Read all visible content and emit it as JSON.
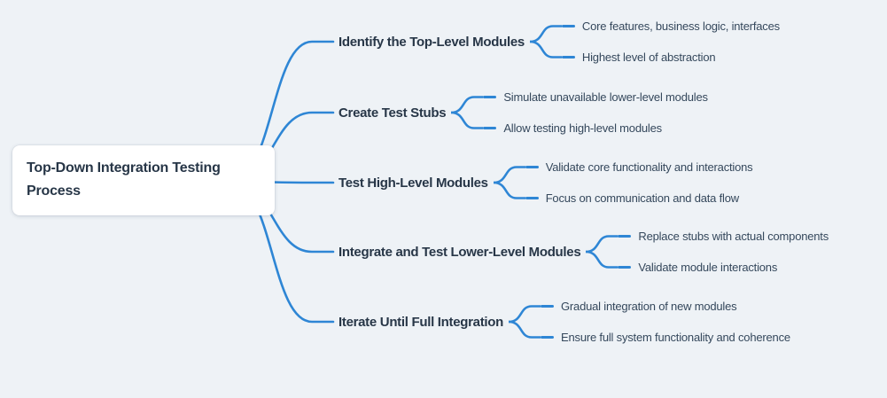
{
  "canvas": {
    "background_color": "#eef2f6",
    "link_color": "#2e86d5",
    "node_text_color": "#273647",
    "leaf_text_color": "#35485c"
  },
  "root": {
    "label": "Top-Down Integration Testing Process"
  },
  "branches": [
    {
      "label": "Identify the Top-Level Modules",
      "children": [
        "Core features, business logic, interfaces",
        "Highest level of abstraction"
      ]
    },
    {
      "label": "Create Test Stubs",
      "children": [
        "Simulate unavailable lower-level modules",
        "Allow testing high-level modules"
      ]
    },
    {
      "label": "Test High-Level Modules",
      "children": [
        "Validate core functionality and interactions",
        "Focus on communication and data flow"
      ]
    },
    {
      "label": "Integrate and Test Lower-Level Modules",
      "children": [
        "Replace stubs with actual components",
        "Validate module interactions"
      ]
    },
    {
      "label": "Iterate Until Full Integration",
      "children": [
        "Gradual integration of new modules",
        "Ensure full system functionality and coherence"
      ]
    }
  ]
}
